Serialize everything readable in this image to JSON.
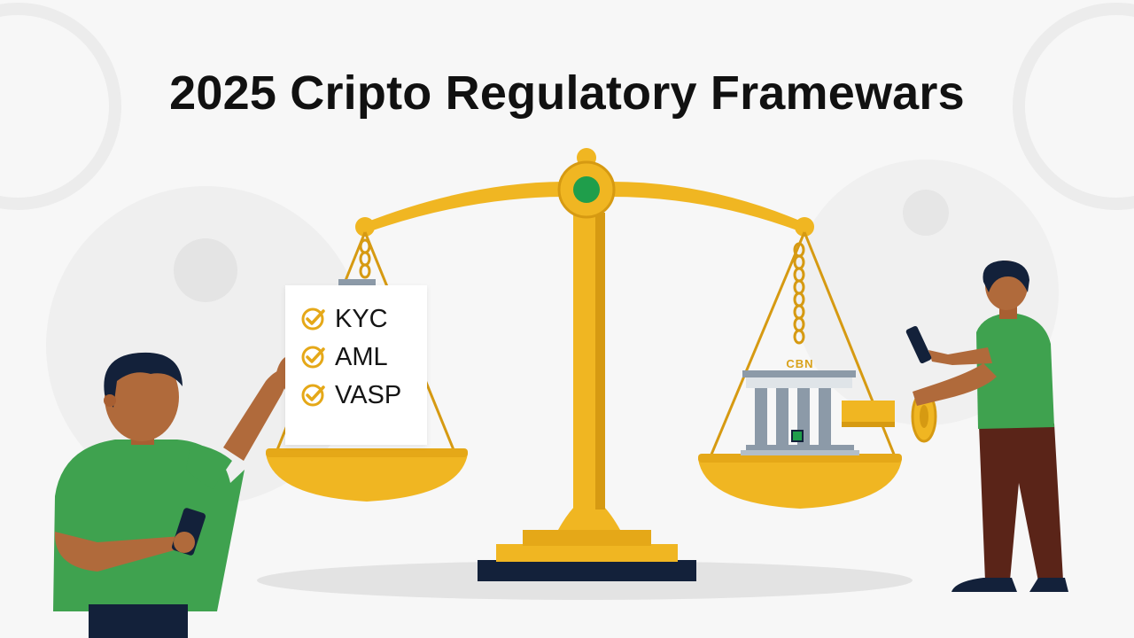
{
  "title": "2025 Cripto Regulatory Framewars",
  "checklist": {
    "items": [
      {
        "label": "KYC"
      },
      {
        "label": "AML"
      },
      {
        "label": "VASP"
      }
    ]
  },
  "bank": {
    "label": "CBN"
  },
  "colors": {
    "gold": "#f0b622",
    "gold_dark": "#d69a12",
    "green_shirt": "#3fa24f",
    "skin": "#b06a3b",
    "navy": "#13213a",
    "hub_green": "#1f9e4b",
    "pillar_gray": "#8c9aa8"
  }
}
